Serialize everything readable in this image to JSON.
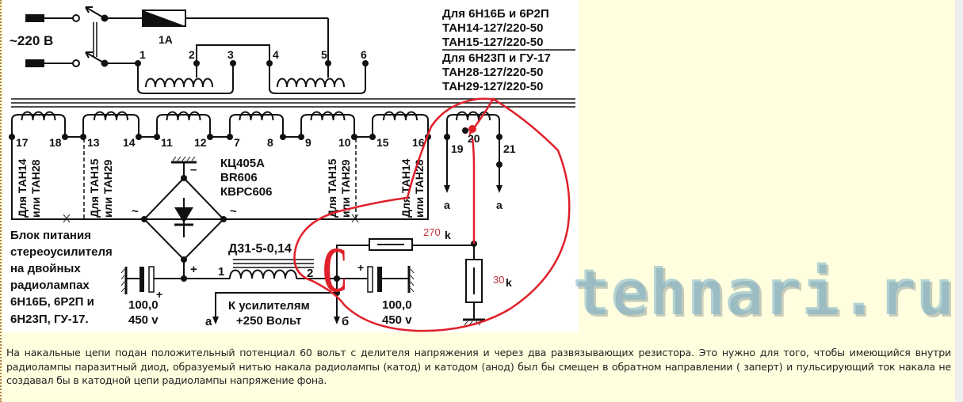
{
  "diagram": {
    "mains_label": "~220 В",
    "fuse_label": "1А",
    "primary_terminals": [
      "1",
      "2",
      "3",
      "4",
      "5",
      "6"
    ],
    "transformer_info": {
      "group1_title": "Для 6Н16Б и 6Р2П",
      "group1_models": [
        "ТАН14-127/220-50",
        "ТАН15-127/220-50"
      ],
      "group2_title": "Для 6Н23П и ГУ-17",
      "group2_models": [
        "ТАН28-127/220-50",
        "ТАН29-127/220-50"
      ]
    },
    "secondary_terminals": [
      "17",
      "18",
      "13",
      "14",
      "11",
      "12",
      "7",
      "8",
      "9",
      "10",
      "15",
      "16",
      "19",
      "20",
      "21"
    ],
    "jumper_labels": [
      {
        "line1": "Для ТАН14",
        "line2": "или ТАН28"
      },
      {
        "line1": "Для ТАН15",
        "line2": "или ТАН29"
      },
      {
        "line1": "Для ТАН15",
        "line2": "или ТАН29"
      },
      {
        "line1": "Для ТАН14",
        "line2": "или ТАН28"
      }
    ],
    "bridge_models": [
      "КЦ405А",
      "BR606",
      "КВРС606"
    ],
    "bridge_minus": "–",
    "bridge_plus": "+",
    "ac_symbol": "~",
    "choke_label": "Д31-5-0,14",
    "choke_terminals": [
      "1",
      "2"
    ],
    "cap_left": {
      "value": "100,0",
      "voltage": "450 v",
      "plus": "+"
    },
    "cap_right": {
      "value": "100,0",
      "voltage": "450 v",
      "plus": "+"
    },
    "output_label": [
      "К усилителям",
      "+250 Вольт"
    ],
    "output_a": "а",
    "output_b": "б",
    "heater_outputs": [
      "а",
      "а"
    ],
    "resistor_top": {
      "value": "270",
      "unit": "k"
    },
    "resistor_bottom": {
      "value": "30",
      "unit": "k"
    },
    "annotation_letter": "C",
    "caption_lines": [
      "Блок питания",
      "стереоусилителя",
      "на двойных",
      "радиолампах",
      "6Н16Б, 6Р2П и",
      "6Н23П, ГУ-17."
    ]
  },
  "watermark": "tehnari.ru",
  "paragraph": "На накальные цепи подан положительный потенциал 60 вольт с делителя напряжения и через два развязывающих резистора. Это нужно для того, чтобы имеющийся внутри радиолампы паразитный диод, образуемый нитью накала радиолампы (катод) и катодом (анод) был бы смещен в обратном направлении ( заперт) и пульсирующий ток накала не создавал бы в катодной цепи радиолампы напряжение фона."
}
